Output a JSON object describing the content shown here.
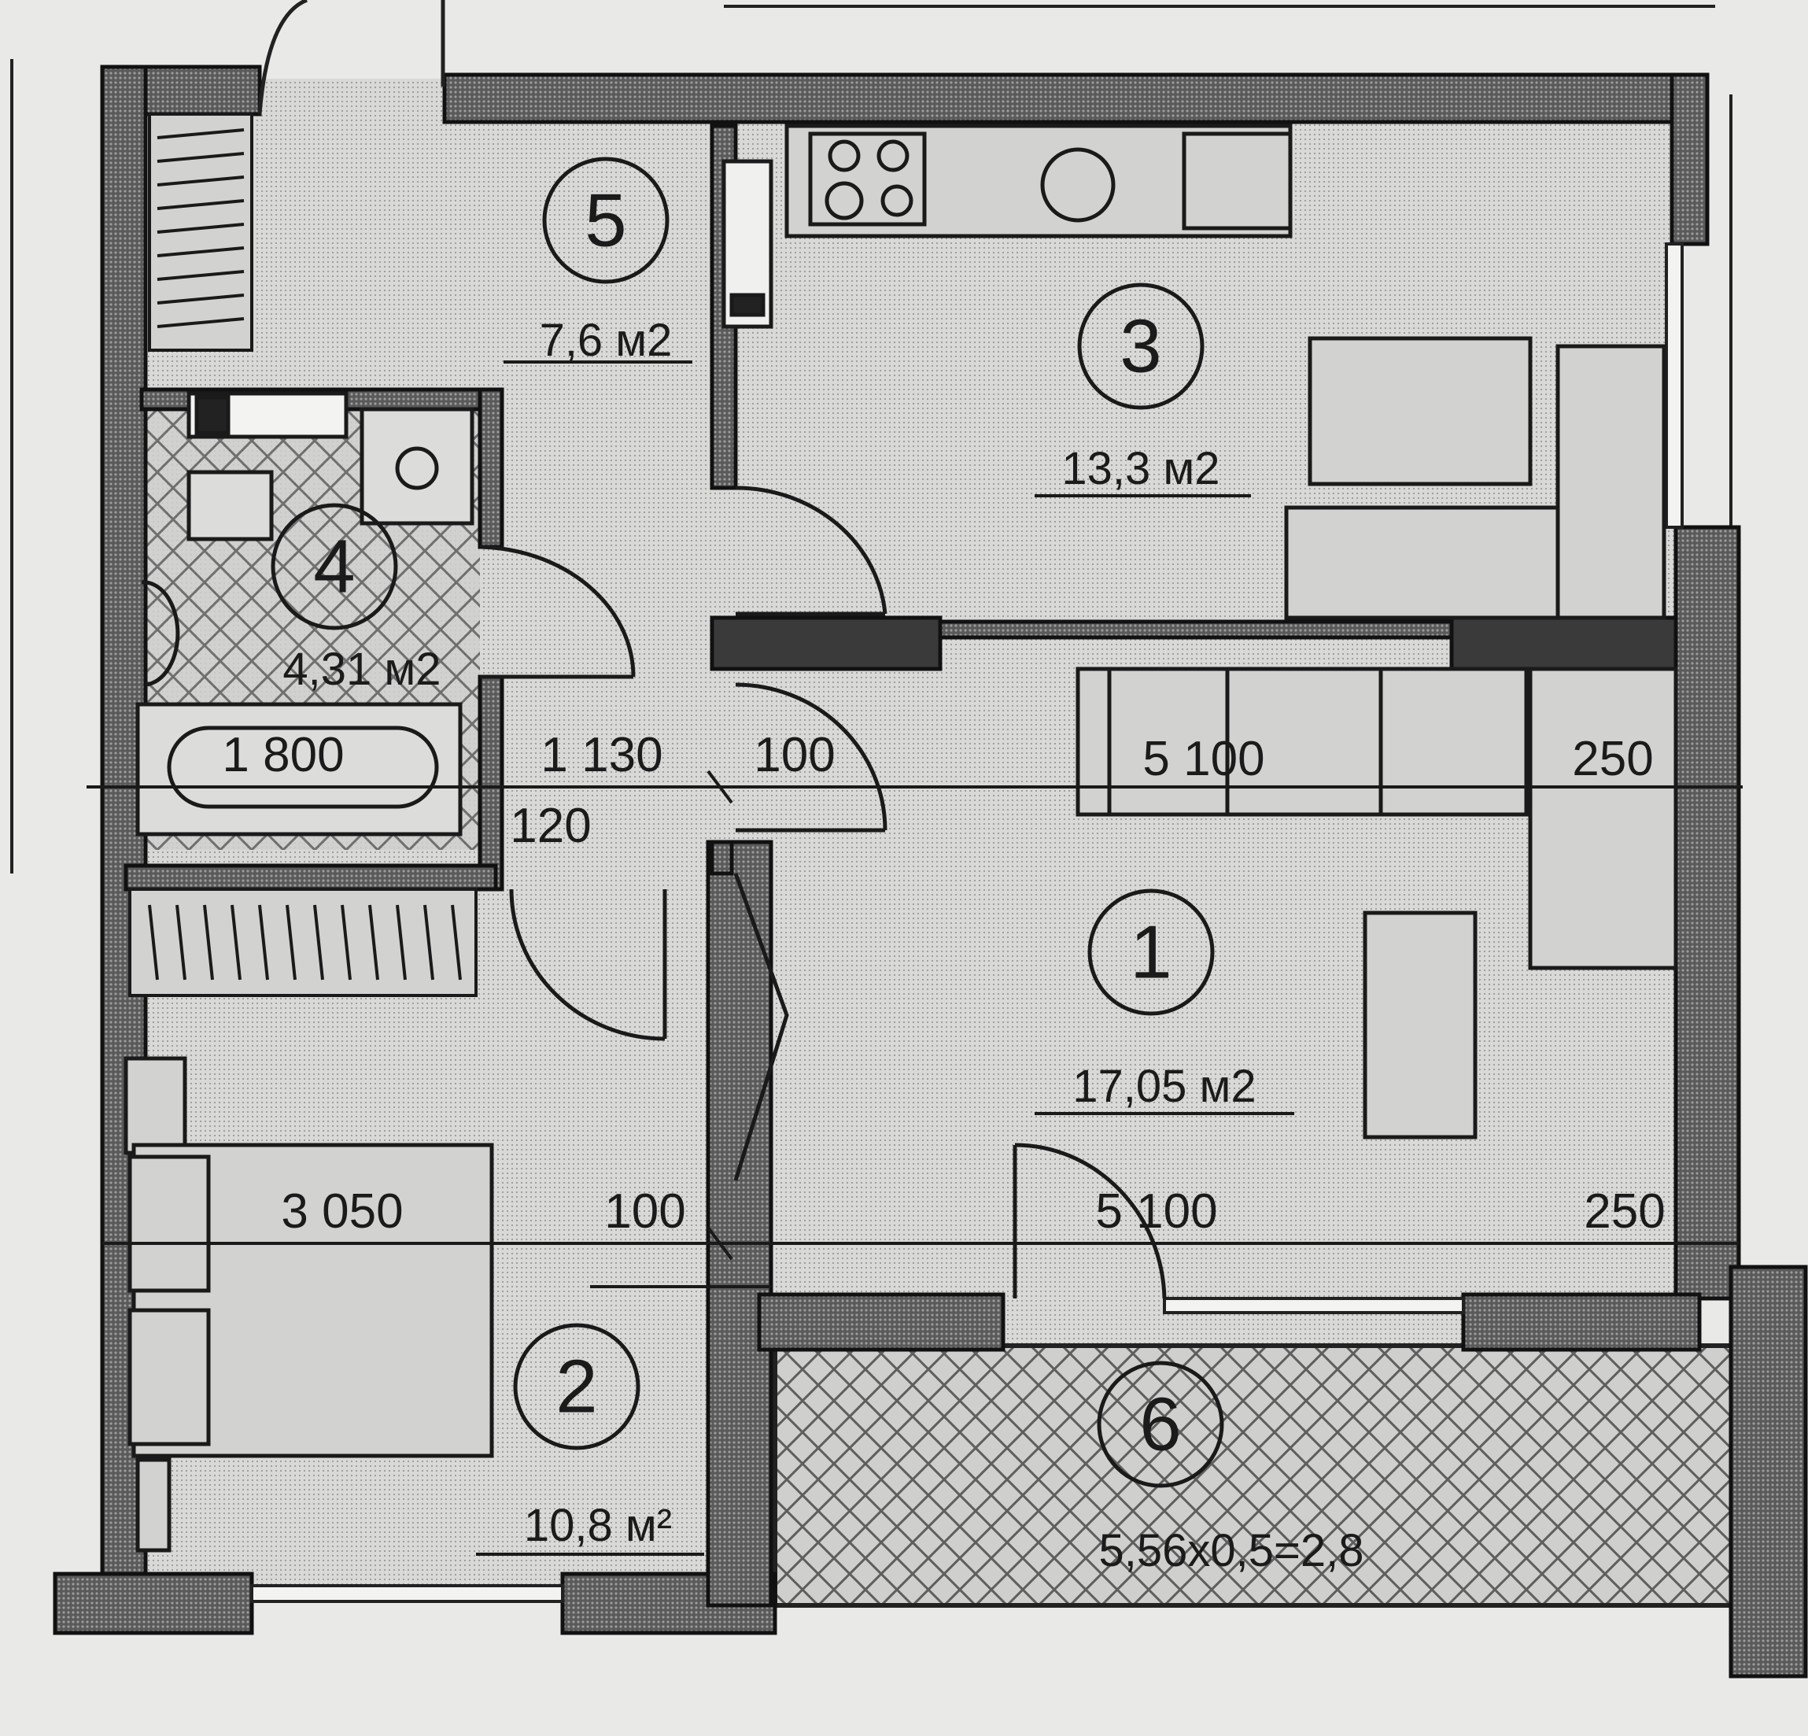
{
  "rooms": [
    {
      "number": "1",
      "area": "17,05 м2"
    },
    {
      "number": "2",
      "area": "10,8 м²"
    },
    {
      "number": "3",
      "area": "13,3 м2"
    },
    {
      "number": "4",
      "area": "4,31 м2"
    },
    {
      "number": "5",
      "area": "7,6 м2"
    },
    {
      "number": "6",
      "area": "5,56x0,5=2,8"
    }
  ],
  "dimensions": {
    "upper_row": [
      "1 800",
      "1 130",
      "100",
      "5 100",
      "250"
    ],
    "upper_extra": "120",
    "lower_row": [
      "3 050",
      "100",
      "5 100",
      "250"
    ]
  },
  "colors": {
    "wall": "#3c3c3c",
    "floor": "#dcdcda",
    "paper": "#e9e9e7",
    "line": "#1b1b1b"
  }
}
